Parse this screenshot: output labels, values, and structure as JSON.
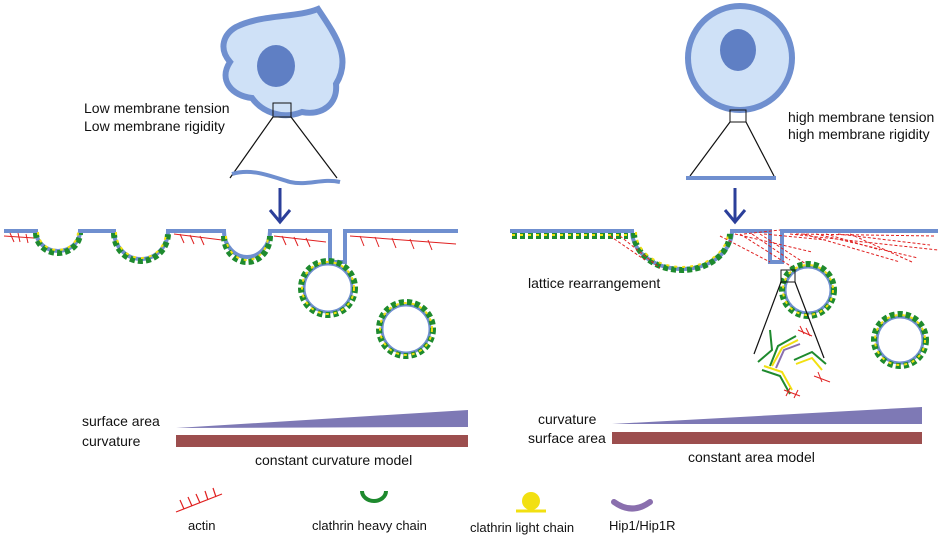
{
  "left_panel": {
    "label_line1": "Low membrane tension",
    "label_line2": "Low membrane rigidity",
    "bar_top_label": "surface area",
    "bar_bottom_label": "curvature",
    "model_label": "constant curvature model"
  },
  "right_panel": {
    "label_line1": "high membrane tension",
    "label_line2": "high membrane rigidity",
    "lattice_label": "lattice rearrangement",
    "bar_top_label": "curvature",
    "bar_bottom_label": "surface area",
    "model_label": "constant area model"
  },
  "legend": {
    "actin": "actin",
    "heavy_chain": "clathrin heavy chain",
    "light_chain": "clathrin light chain",
    "hip1": "Hip1/Hip1R"
  },
  "colors": {
    "membrane": "#6f8fcf",
    "cell_fill": "#cfe1f7",
    "nucleus": "#5f7fc4",
    "arrow": "#2b3f9a",
    "actin": "#e02020",
    "clathrin_heavy": "#1e8a2e",
    "clathrin_light": "#f2e011",
    "hip1": "#8a6fae",
    "wedge": "#7e79b5",
    "rect_bar": "#9c4e4e"
  }
}
